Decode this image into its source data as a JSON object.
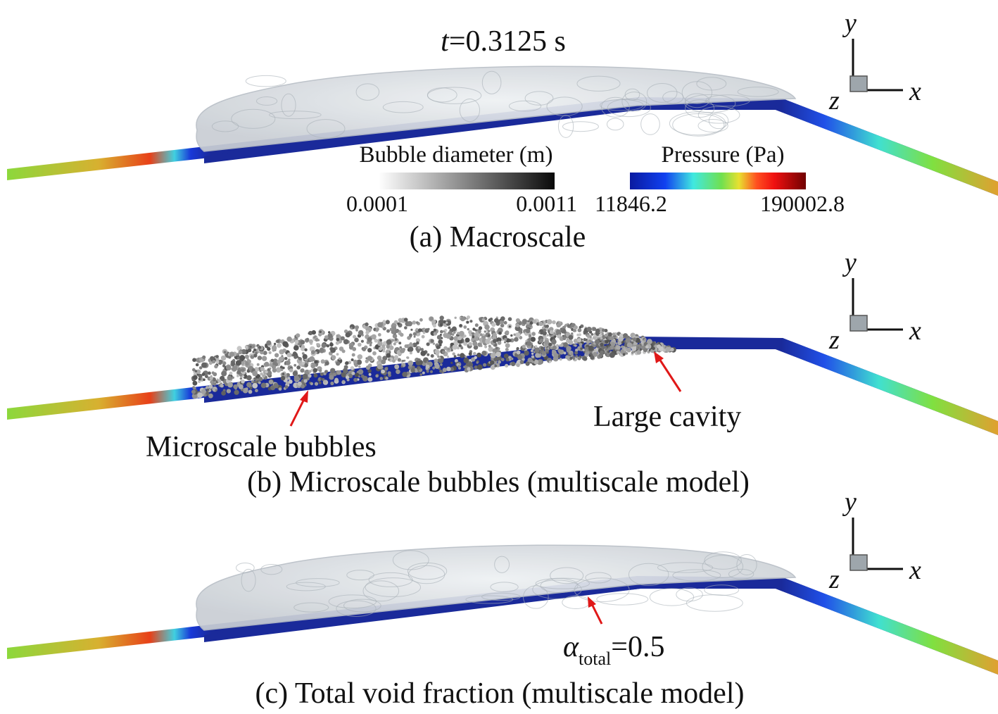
{
  "time_label": {
    "var": "t",
    "value": "=0.3125 s"
  },
  "legend": {
    "bubble": {
      "title": "Bubble diameter (m)",
      "min": "0.0001",
      "max": "0.0011",
      "colors": [
        "#ffffff",
        "#0a0a0a"
      ]
    },
    "pressure": {
      "title": "Pressure (Pa)",
      "min": "11846.2",
      "max": "190002.8",
      "colors": [
        "#0a1aa0",
        "#1040f0",
        "#40e8e0",
        "#70e050",
        "#e8e030",
        "#ff5020",
        "#f01010",
        "#700000"
      ]
    }
  },
  "axes": {
    "x": "x",
    "y": "y",
    "z": "z"
  },
  "panels": [
    {
      "caption": "(a) Macroscale"
    },
    {
      "caption": "(b) Microscale bubbles (multiscale model)",
      "annotations": {
        "bubbles": "Microscale bubbles",
        "cavity": "Large cavity"
      }
    },
    {
      "caption": "(c) Total void fraction (multiscale model)",
      "annotations": {
        "alpha_symbol": "α",
        "alpha_sub": "total",
        "alpha_value": "=0.5"
      }
    }
  ],
  "colors": {
    "arrow": "#e01818",
    "cavity": "#d8dde2",
    "strip_blue": "#1a2a9a"
  }
}
